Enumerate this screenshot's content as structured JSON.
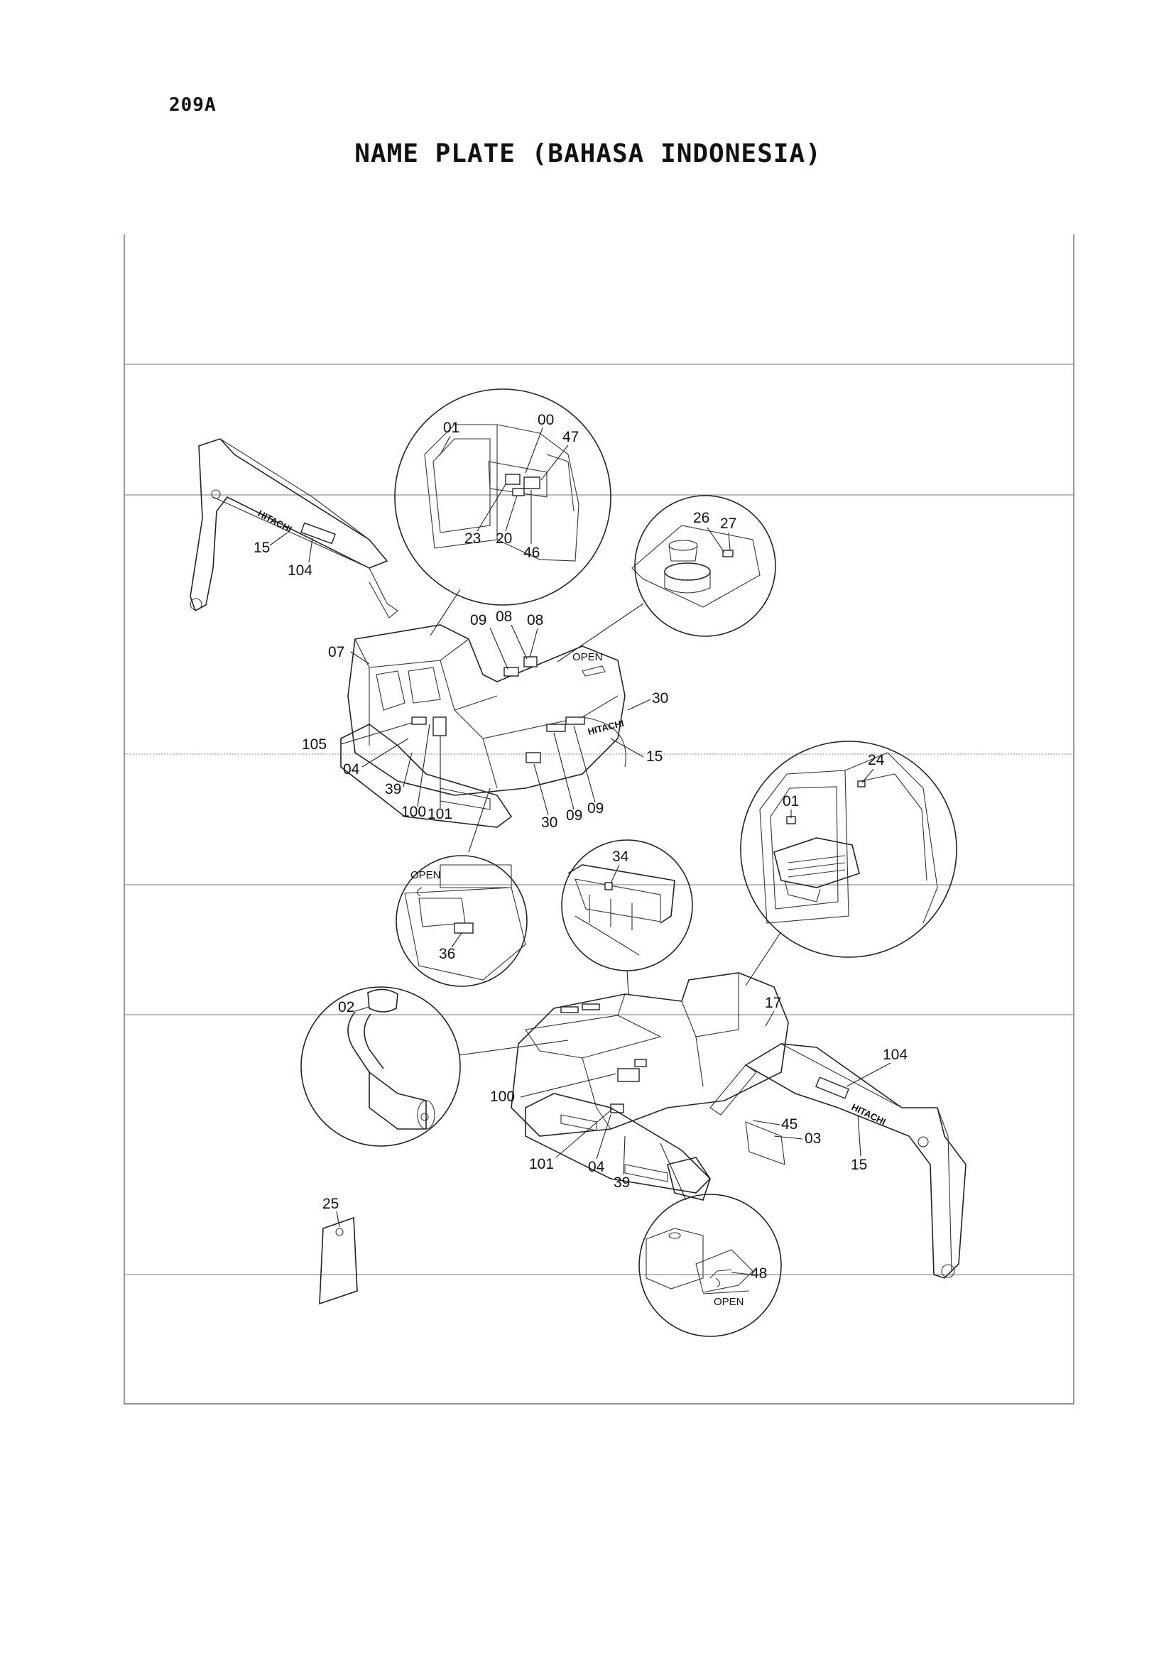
{
  "page": {
    "code": "209A",
    "title": "NAME PLATE (BAHASA INDONESIA)"
  },
  "detail_top_cab": {
    "labels": [
      "01",
      "00",
      "47",
      "23",
      "20",
      "46"
    ]
  },
  "detail_hood_top": {
    "labels": [
      "26",
      "27"
    ]
  },
  "machine_front": {
    "brand_text": "HITACHI",
    "open_text": "OPEN",
    "labels": [
      "15",
      "104",
      "07",
      "09",
      "08",
      "08",
      "30",
      "15",
      "105",
      "04",
      "39",
      "100",
      "101",
      "30",
      "09",
      "09"
    ]
  },
  "detail_cab_inside": {
    "labels": [
      "24",
      "01"
    ]
  },
  "detail_open_lever": {
    "open_text": "OPEN",
    "labels": [
      "36"
    ]
  },
  "detail_rack": {
    "labels": [
      "34"
    ]
  },
  "detail_air_cleaner": {
    "labels": [
      "02"
    ]
  },
  "machine_rear": {
    "brand_text": "HITACHI",
    "labels": [
      "17",
      "104",
      "100",
      "45",
      "03",
      "101",
      "04",
      "39",
      "15"
    ]
  },
  "tag": {
    "label": "25"
  },
  "detail_cover_open": {
    "open_text": "OPEN",
    "labels": [
      "48"
    ]
  }
}
